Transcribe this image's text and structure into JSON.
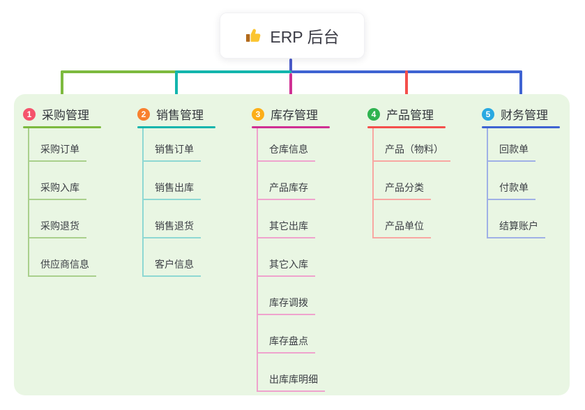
{
  "root": {
    "label": "ERP 后台",
    "icon": "thumbs-up"
  },
  "colors": {
    "canvas_bg": "#ffffff",
    "panel_bg": "#e9f6e3",
    "root_line": "#4a5ac9",
    "root_text": "#3b3b45",
    "thumb_main": "#fbc531",
    "thumb_sleeve": "#b26a1b"
  },
  "branches": [
    {
      "num": "1",
      "title": "采购管理",
      "badge_color": "#f5536c",
      "line_color": "#7dba3f",
      "light_color": "#a9d08c",
      "children": [
        "采购订单",
        "采购入库",
        "采购退货",
        "供应商信息"
      ]
    },
    {
      "num": "2",
      "title": "销售管理",
      "badge_color": "#f8802f",
      "line_color": "#13b5ad",
      "light_color": "#8ed8d3",
      "children": [
        "销售订单",
        "销售出库",
        "销售退货",
        "客户信息"
      ]
    },
    {
      "num": "3",
      "title": "库存管理",
      "badge_color": "#fcae17",
      "line_color": "#cf3093",
      "light_color": "#efa3cd",
      "children": [
        "仓库信息",
        "产品库存",
        "其它出库",
        "其它入库",
        "库存调拨",
        "库存盘点",
        "出库库明细"
      ]
    },
    {
      "num": "4",
      "title": "产品管理",
      "badge_color": "#2fb350",
      "line_color": "#f4504c",
      "light_color": "#f8a7a2",
      "children": [
        "产品（物料）",
        "产品分类",
        "产品单位"
      ]
    },
    {
      "num": "5",
      "title": "财务管理",
      "badge_color": "#29a9e1",
      "line_color": "#3f63d2",
      "light_color": "#9fb0e6",
      "children": [
        "回款单",
        "付款单",
        "结算账户"
      ]
    }
  ]
}
